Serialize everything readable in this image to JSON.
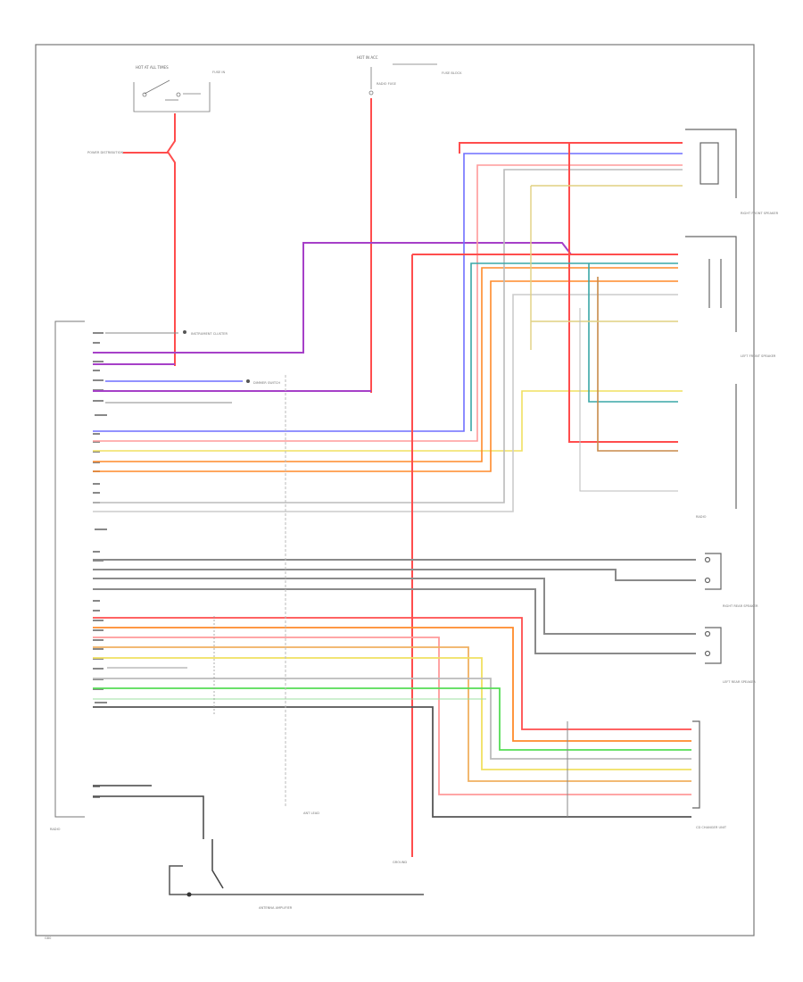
{
  "diagram": {
    "colors": {
      "red": "#ff4d4d",
      "purple": "#a640c8",
      "violet": "#9b59d0",
      "blue": "#6f6fff",
      "teal": "#3aa7a7",
      "orange": "#ff8a2a",
      "yellow": "#f0e060",
      "green": "#55dd55",
      "ltgreen": "#9de0a0",
      "pink": "#ff9a9a",
      "brown": "#c88a4a",
      "gray": "#888888",
      "black": "#444444",
      "ltgray": "#bbbbbb"
    },
    "labels": {
      "hot_in_run": "HOT AT ALL TIMES",
      "radio_fuse": "RADIO FUSE",
      "fuse_in": "FUSE IN",
      "power_dist": "POWER DISTRIBUTION",
      "hot_in_acc": "HOT IN ACC",
      "fuse_block": "FUSE BLOCK",
      "right_front_speaker": "RIGHT FRONT SPEAKER",
      "left_front_speaker": "LEFT FRONT SPEAKER",
      "radio": "RADIO",
      "instrument_cluster": "INSTRUMENT CLUSTER",
      "dimmer_switch": "DIMMER SWITCH",
      "right_rear_speaker": "RIGHT REAR SPEAKER",
      "left_rear_speaker": "LEFT REAR SPEAKER",
      "cd_changer": "CD CHANGER UNIT",
      "antenna_amp": "ANTENNA AMPLIFIER",
      "radio_left": "RADIO",
      "ant_lead": "ANT LEAD",
      "ground": "GROUND",
      "footer": "G80"
    }
  }
}
